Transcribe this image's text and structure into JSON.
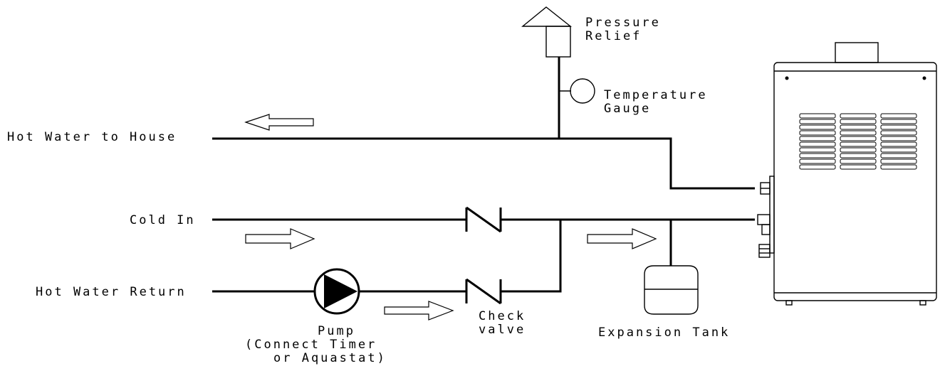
{
  "labels": {
    "hot_water_to_house": "Hot Water to House",
    "cold_in": "Cold In",
    "hot_water_return": "Hot Water Return",
    "pressure_relief_1": "Pressure",
    "pressure_relief_2": "Relief",
    "temperature_gauge_1": "Temperature",
    "temperature_gauge_2": "Gauge",
    "check_valve_1": "Check",
    "check_valve_2": "valve",
    "pump_1": "Pump",
    "pump_2": "(Connect Timer",
    "pump_3": "or Aquastat)",
    "expansion_tank": "Expansion Tank"
  },
  "colors": {
    "line": "#000000",
    "background": "#ffffff"
  }
}
